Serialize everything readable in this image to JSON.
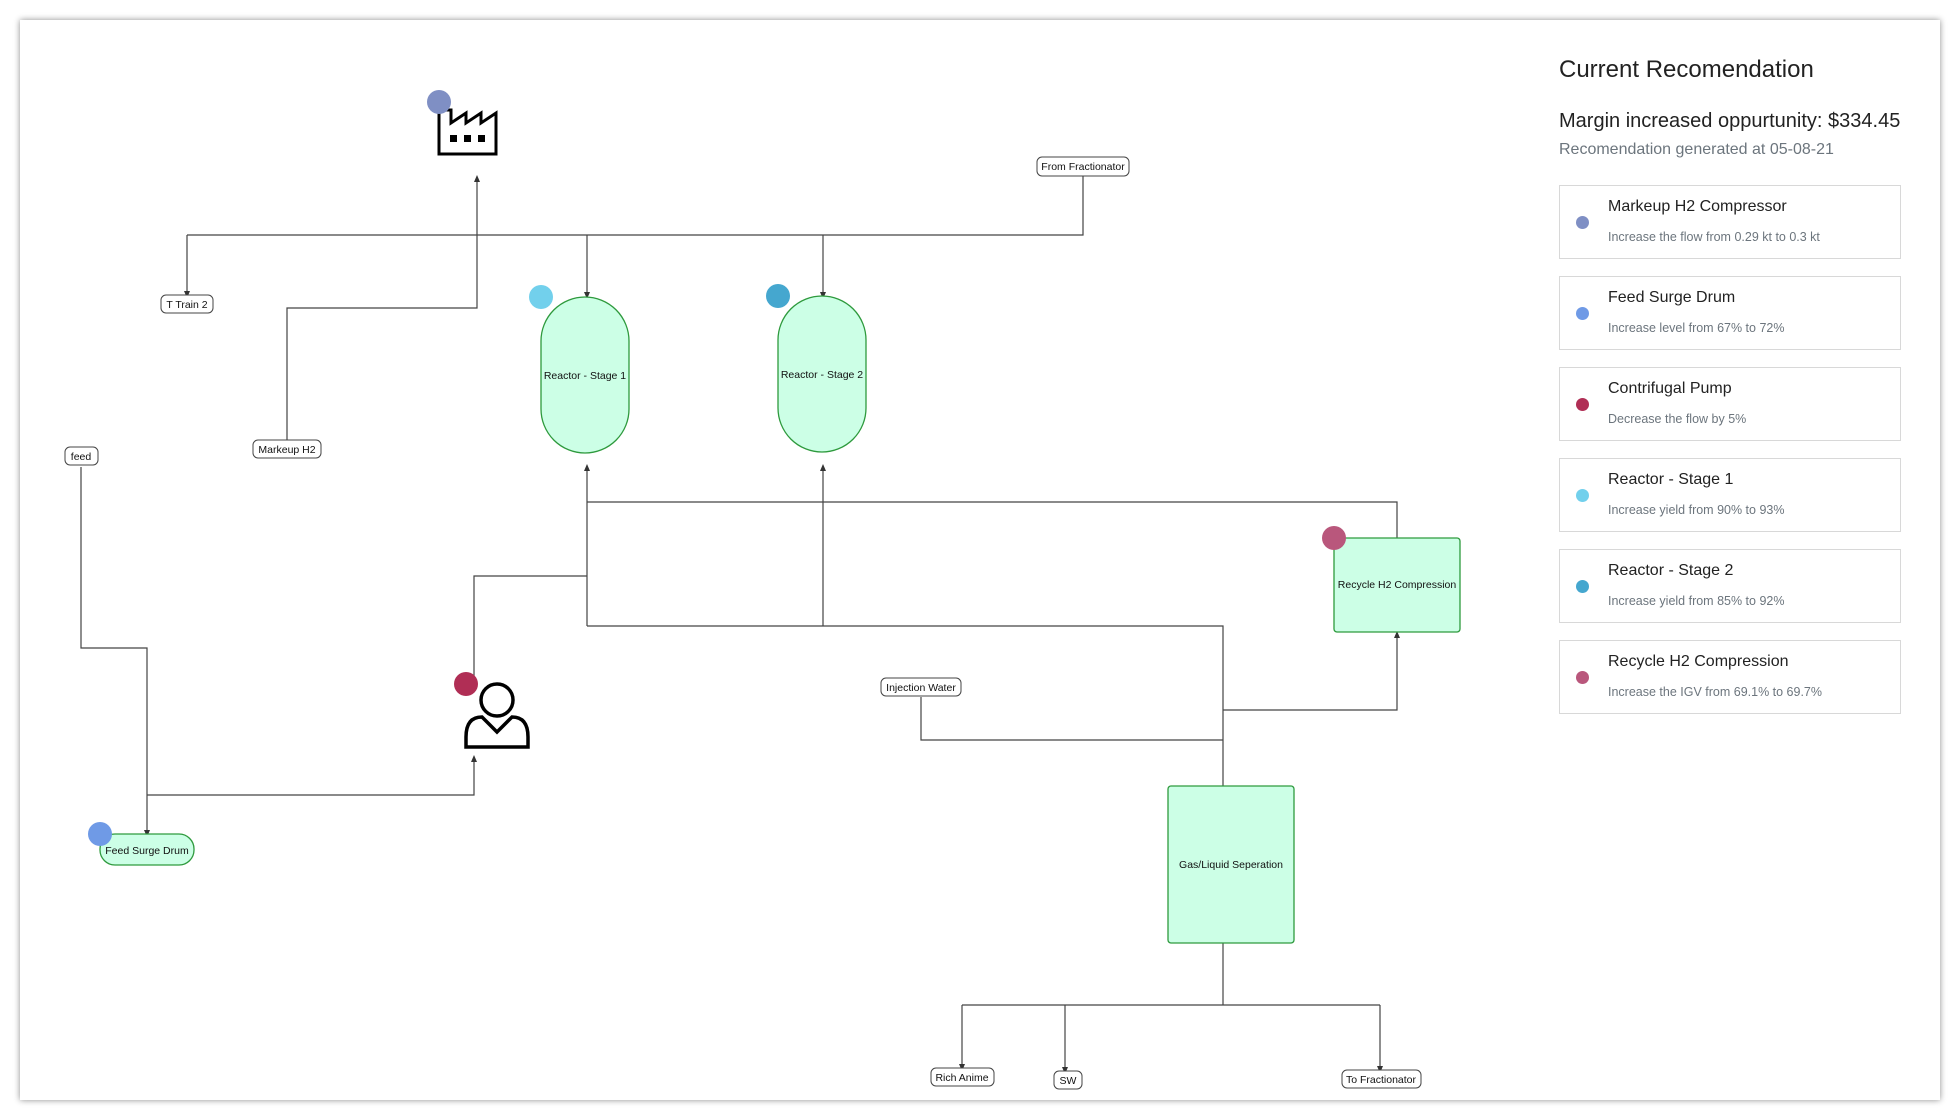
{
  "diagram": {
    "reactor1": "Reactor - Stage 1",
    "reactor2": "Reactor - Stage 2",
    "recycle": "Recycle H2 Compression",
    "gas_liquid": "Gas/Liquid Seperation",
    "feed_surge": "Feed Surge Drum",
    "tags": {
      "from_fractionator": "From Fractionator",
      "t_train2": "T Train 2",
      "markeup_h2": "Markeup H2",
      "feed": "feed",
      "injection_water": "Injection Water",
      "rich_anime": "Rich Anime",
      "sw": "SW",
      "to_fractionator": "To Fractionator"
    },
    "icons": {
      "factory": "factory-icon",
      "person": "person-icon"
    }
  },
  "colors": {
    "markeup": "#7f8fc4",
    "feed_surge": "#6f9ae6",
    "pump": "#b02e55",
    "reactor1": "#72d0ec",
    "reactor2": "#45a7cf",
    "recycle": "#b9577c",
    "vessel_fill": "#ccffe6",
    "vessel_stroke": "#2e9a3d"
  },
  "panel": {
    "title": "Current Recomendation",
    "margin": "Margin increased oppurtunity: $334.45",
    "generated": "Recomendation generated at 05-08-21",
    "items": [
      {
        "name": "Markeup H2 Compressor",
        "desc": "Increase the flow from 0.29 kt to 0.3 kt",
        "color": "#7f8fc4"
      },
      {
        "name": "Feed Surge Drum",
        "desc": "Increase level from 67% to 72%",
        "color": "#6f9ae6"
      },
      {
        "name": "Contrifugal Pump",
        "desc": "Decrease the flow by 5%",
        "color": "#b02e55"
      },
      {
        "name": "Reactor - Stage 1",
        "desc": "Increase yield from 90% to 93%",
        "color": "#72d0ec"
      },
      {
        "name": "Reactor - Stage 2",
        "desc": "Increase yield from 85% to 92%",
        "color": "#45a7cf"
      },
      {
        "name": "Recycle H2 Compression",
        "desc": "Increase the IGV from 69.1% to 69.7%",
        "color": "#b9577c"
      }
    ]
  }
}
